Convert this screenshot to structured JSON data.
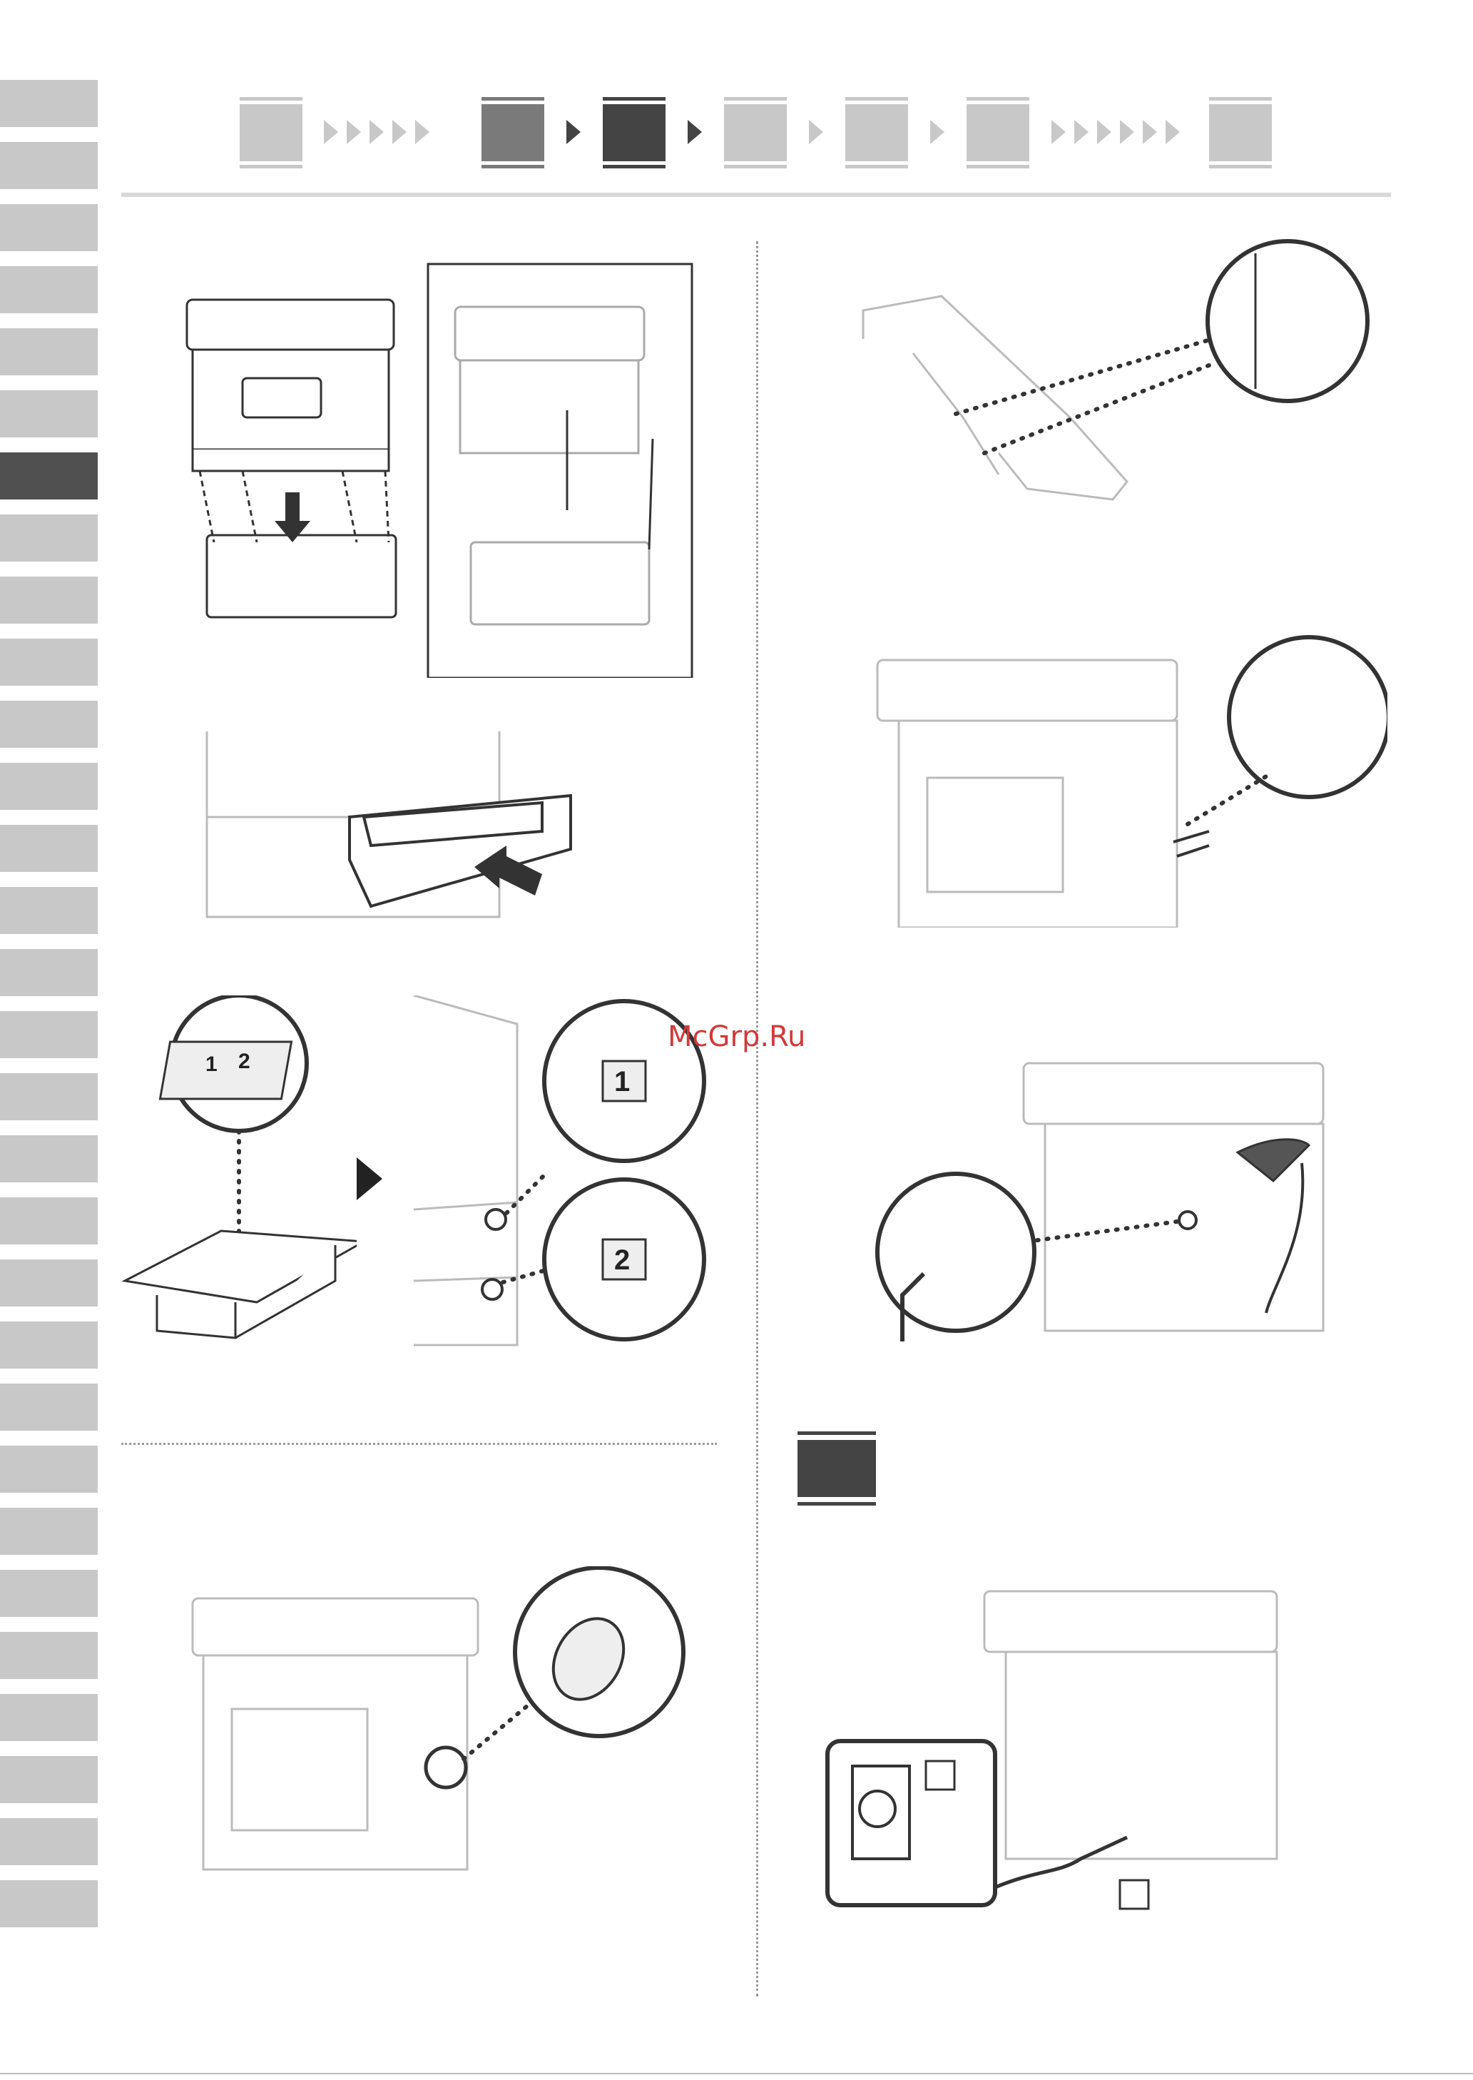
{
  "sidebar": {
    "tab_count": 30,
    "active_index": 6
  },
  "progress": {
    "steps": [
      {
        "state": "pending"
      },
      {
        "state": "done"
      },
      {
        "state": "current"
      },
      {
        "state": "pending"
      },
      {
        "state": "pending"
      },
      {
        "state": "pending"
      },
      {
        "state": "pending"
      }
    ]
  },
  "tray_labels": {
    "first": "1",
    "second": "2"
  },
  "watermark": "McGrp.Ru",
  "colors": {
    "tab": "#c8c8c8",
    "tab_active": "#505050",
    "accent_dark": "#444444",
    "watermark": "#d23a3a"
  }
}
